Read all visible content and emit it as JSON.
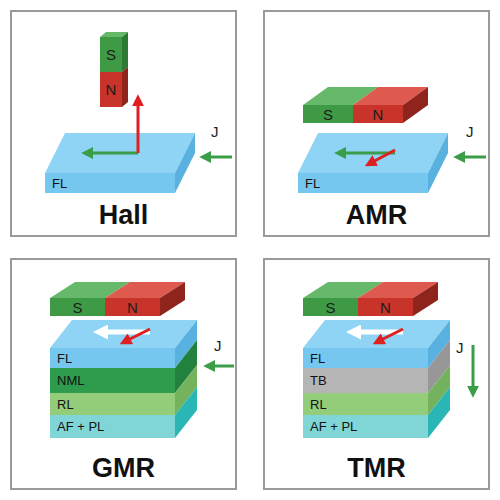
{
  "diagram": {
    "nodes": [
      {
        "text": [
          "Hall"
        ]
      },
      {
        "text": [
          "S"
        ],
        "in": 0
      },
      {
        "text": [
          "N"
        ],
        "in": 0
      },
      {
        "text": [
          "FL"
        ],
        "in": 0
      },
      {
        "text": [
          "AMR"
        ]
      },
      {
        "text": [
          "S"
        ],
        "in": 4
      },
      {
        "text": [
          "N"
        ],
        "in": 4
      },
      {
        "text": [
          "FL"
        ],
        "in": 4
      },
      {
        "text": [
          "GMR"
        ]
      },
      {
        "text": [
          "S"
        ],
        "in": 8
      },
      {
        "text": [
          "N"
        ],
        "in": 8
      },
      {
        "text": [
          "FL"
        ],
        "in": 8
      },
      {
        "text": [
          "NML"
        ],
        "in": 8
      },
      {
        "text": [
          "RL"
        ],
        "in": 8
      },
      {
        "text": [
          "AF + PL"
        ],
        "in": 8
      },
      {
        "text": [
          "TMR"
        ]
      },
      {
        "text": [
          "S"
        ],
        "in": 15
      },
      {
        "text": [
          "N"
        ],
        "in": 15
      },
      {
        "text": [
          "FL"
        ],
        "in": 15
      },
      {
        "text": [
          "TB"
        ],
        "in": 15
      },
      {
        "text": [
          "RL"
        ],
        "in": 15
      },
      {
        "text": [
          "AF + PL"
        ],
        "in": 15
      }
    ],
    "labels": [
      "J",
      "J",
      "J",
      "J"
    ]
  }
}
